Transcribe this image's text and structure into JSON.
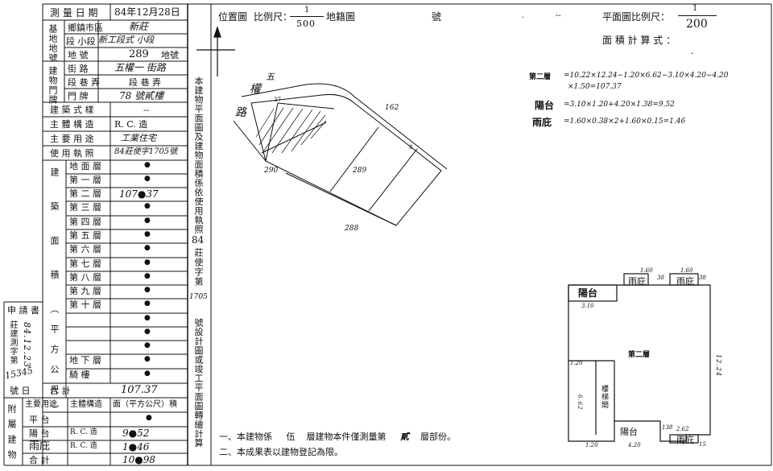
{
  "header": {
    "survey_date_label": "測 量 日 期",
    "survey_date_value": "84年12月28日",
    "location_label": "位置圖",
    "scale_label": "比例尺：",
    "scale_num": "1",
    "scale_den": "500",
    "cadastral_label": "地籍圖",
    "number_label": "號",
    "dash1": ".",
    "dash2": "--",
    "floorplan_scale_label": "平面圖比例尺：",
    "floorplan_scale_num": "1",
    "floorplan_scale_den": "200",
    "area_calc_label": "面 積 計 算 式 ：",
    "area_calc_dash": "-"
  },
  "left_table": {
    "base_label": "基地地號",
    "district_label": "鄉鎮市區",
    "district_value": "新莊",
    "section_label": "段 小段",
    "section_value": "新工段式 小段",
    "lot_label": "地 號",
    "lot_value": "289",
    "lot_suffix": "地號",
    "building_label": "建物門牌",
    "street_label": "街 路",
    "street_value": "五權一 街路",
    "lane_label": "段 巷 弄",
    "lane_value": "段 巷 弄",
    "doorno_label": "門 牌",
    "doorno_value": "78 號貳樓",
    "style_label": "建 築 式 樣",
    "style_value": "--",
    "structure_label": "主 體 構 造",
    "structure_value": "R. C. 造",
    "use_label": "主 要 用 途",
    "use_value": "工業住宅",
    "permit_label": "使 用 執 照",
    "permit_value": "84莊使字1705號",
    "building_area_label": "建 築 面 積 （平方公尺）",
    "floors": [
      {
        "name": "地 面 層",
        "value": "●"
      },
      {
        "name": "第 一 層",
        "value": "●"
      },
      {
        "name": "第 二 層",
        "value": "107●37"
      },
      {
        "name": "第 三 層",
        "value": "●"
      },
      {
        "name": "第 四 層",
        "value": "●"
      },
      {
        "name": "第 五 層",
        "value": "●"
      },
      {
        "name": "第 六 層",
        "value": "●"
      },
      {
        "name": "第 七 層",
        "value": "●"
      },
      {
        "name": "第 八 層",
        "value": "●"
      },
      {
        "name": "第 九 層",
        "value": "●"
      },
      {
        "name": "第 十 層",
        "value": "●"
      },
      {
        "name": "",
        "value": "●"
      },
      {
        "name": "",
        "value": "●"
      },
      {
        "name": "",
        "value": "●"
      },
      {
        "name": "地 下 層",
        "value": "●"
      },
      {
        "name": "騎 樓",
        "value": "●"
      }
    ],
    "total_label": "合 計",
    "total_value": "107.37",
    "applicant_label": "申 請 書",
    "applicant_no_label": "莊建測字第",
    "applicant_date": "84.12.23",
    "applicant_no": "15345",
    "applicant_suffix": "號 日",
    "attached_label": "附屬建物",
    "att_use_header": "主要用途",
    "att_struct_header": "主體構造",
    "att_area_header": "面（平方公尺）積",
    "attached": [
      {
        "use": "平 台",
        "struct": "",
        "area": "●"
      },
      {
        "use": "陽 台",
        "struct": "R. C. 造",
        "area": "9●52"
      },
      {
        "use": "雨庇",
        "struct": "R. C. 造",
        "area": "1●46"
      },
      {
        "use": "合 計",
        "struct": "",
        "area": "10●98"
      }
    ]
  },
  "middle_column_text": "本建物平面圖及建物面積係依使用執照84莊使字第1705號設計圖或竣工平面圖轉繪計算",
  "middle_column_top": "本建物平面圖及建物面積係依使用執照",
  "middle_column_num": "84",
  "middle_column_mid": "莊使字第",
  "middle_column_no": "1705",
  "middle_column_bottom": "號設計圖或竣工平面圖轉繪計算",
  "site_plan": {
    "road_top": "五",
    "road_mid": "權",
    "road_bottom": "路",
    "dim_162": "162",
    "dim_290": "290",
    "dim_289": "289",
    "dim_288": "288",
    "corner_a": "37",
    "corner_b": "8"
  },
  "area_calc": {
    "floor2_label": "第二層",
    "floor2_formula": "=10.22×12.24−1.20×6.62−3.10×4.20−4.20",
    "floor2_formula2": "×1.50=107.37",
    "balcony_label": "陽台",
    "balcony_formula": "=3.10×1.20+4.20×1.38=9.52",
    "canopy_label": "雨庇",
    "canopy_formula": "=1.60×0.38×2+1.60×0.15=1.46"
  },
  "floor_plan": {
    "balcony_top": "陽台",
    "canopy_top1": "雨庇",
    "canopy_top2": "雨庇",
    "floor_label": "第二層",
    "stair_label": "樓梯間",
    "balcony_bottom": "陽台",
    "canopy_bottom": "雨庇",
    "d_310": "3.10",
    "d_160a": "1.60",
    "d_160b": "1.60",
    "d_38a": "38",
    "d_38b": "38",
    "d_1224": "12.24",
    "d_120": "1.20",
    "d_662": "6.62",
    "d_138": "138",
    "d_262": "2.62",
    "d_120b": "1.20",
    "d_420": "4.20",
    "d_15": "15"
  },
  "notes": {
    "note1_prefix": "一、本建物係",
    "note1_floors": "伍",
    "note1_mid": "層建物本件僅測量第",
    "note1_floor": "貳",
    "note1_suffix": "層部份。",
    "note2": "二、本成果表以建物登記為限。"
  }
}
